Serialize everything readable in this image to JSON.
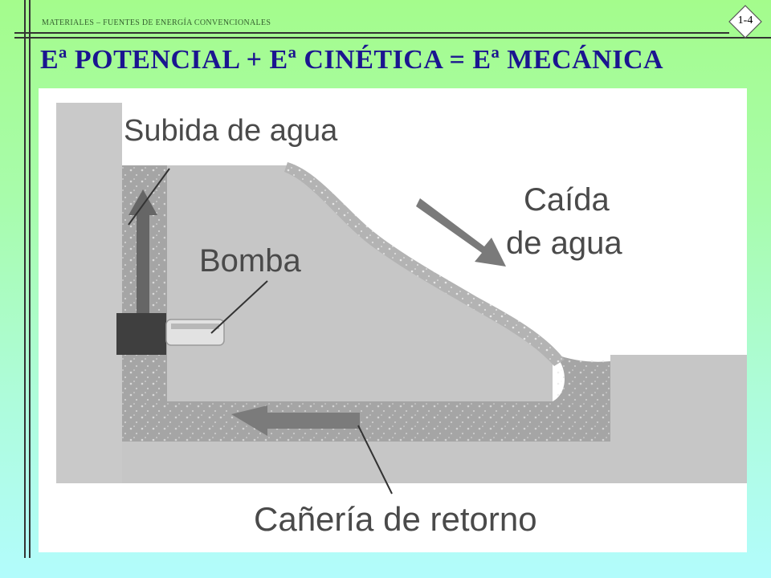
{
  "header": {
    "section": "MATERIALES – FUENTES DE ENERGÍA CONVENCIONALES",
    "slide_number": "1-4"
  },
  "title": "Eª POTENCIAL  +  Eª CINÉTICA  =  Eª MECÁNICA",
  "diagram": {
    "labels": {
      "rise": "Subida de agua",
      "pump": "Bomba",
      "fall_1": "Caída",
      "fall_2": "de agua",
      "return": "Cañería de retorno"
    },
    "icons": [
      "up-arrow-icon",
      "down-right-arrow-icon",
      "left-arrow-icon"
    ]
  }
}
